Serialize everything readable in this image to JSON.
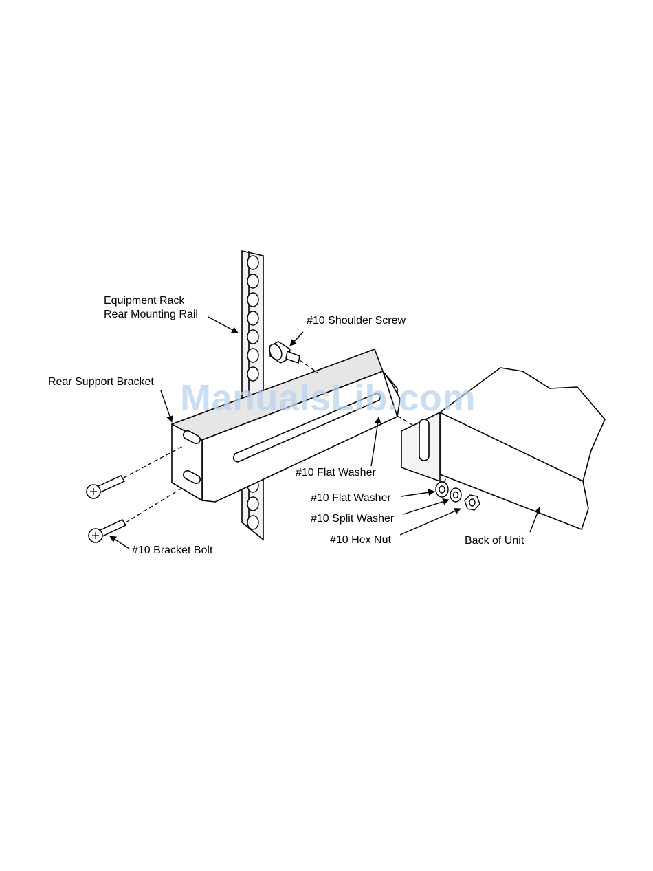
{
  "labels": {
    "rack_rail": [
      "Equipment Rack",
      "Rear Mounting Rail"
    ],
    "shoulder_screw": "#10 Shoulder Screw",
    "rear_support_bracket": "Rear Support Bracket",
    "flat_washer_top": "#10 Flat Washer",
    "flat_washer": "#10 Flat Washer",
    "split_washer": "#10 Split Washer",
    "hex_nut": "#10 Hex Nut",
    "back_of_unit": "Back of Unit",
    "bracket_bolt": "#10 Bracket Bolt"
  },
  "watermark": "ManualsLib.com"
}
